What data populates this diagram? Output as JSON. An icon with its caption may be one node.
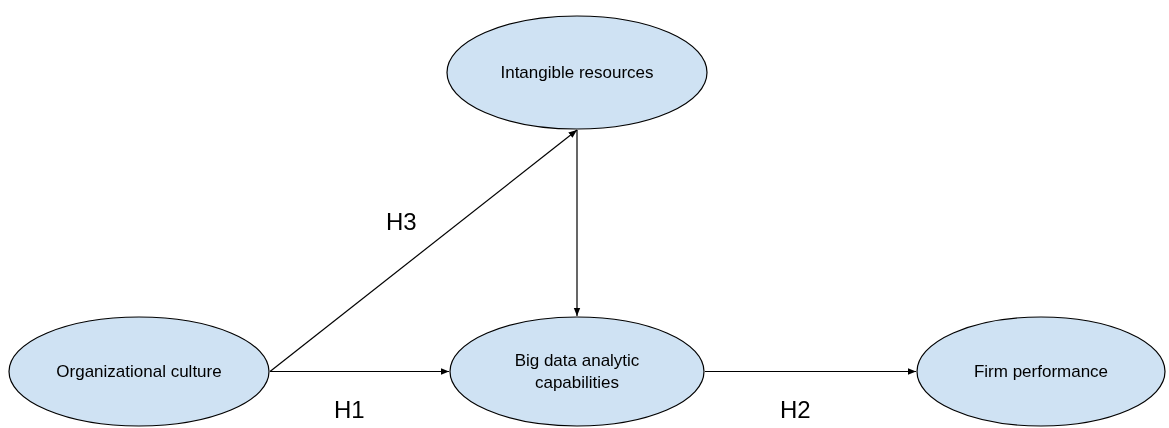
{
  "diagram": {
    "nodes": [
      {
        "text": [
          "Intangible resources"
        ]
      },
      {
        "text": [
          "Organizational culture"
        ]
      },
      {
        "text": [
          "Big data analytic capabilities"
        ]
      },
      {
        "text": [
          "Firm performance"
        ]
      }
    ],
    "edges": [
      {
        "from": 1,
        "to": 0,
        "arrow": "to",
        "label": "H3"
      },
      {
        "from": 0,
        "to": 2,
        "arrow": "to"
      },
      {
        "from": 1,
        "to": 2,
        "arrow": "to",
        "label": "H1"
      },
      {
        "from": 2,
        "to": 3,
        "arrow": "to",
        "label": "H2"
      }
    ]
  }
}
